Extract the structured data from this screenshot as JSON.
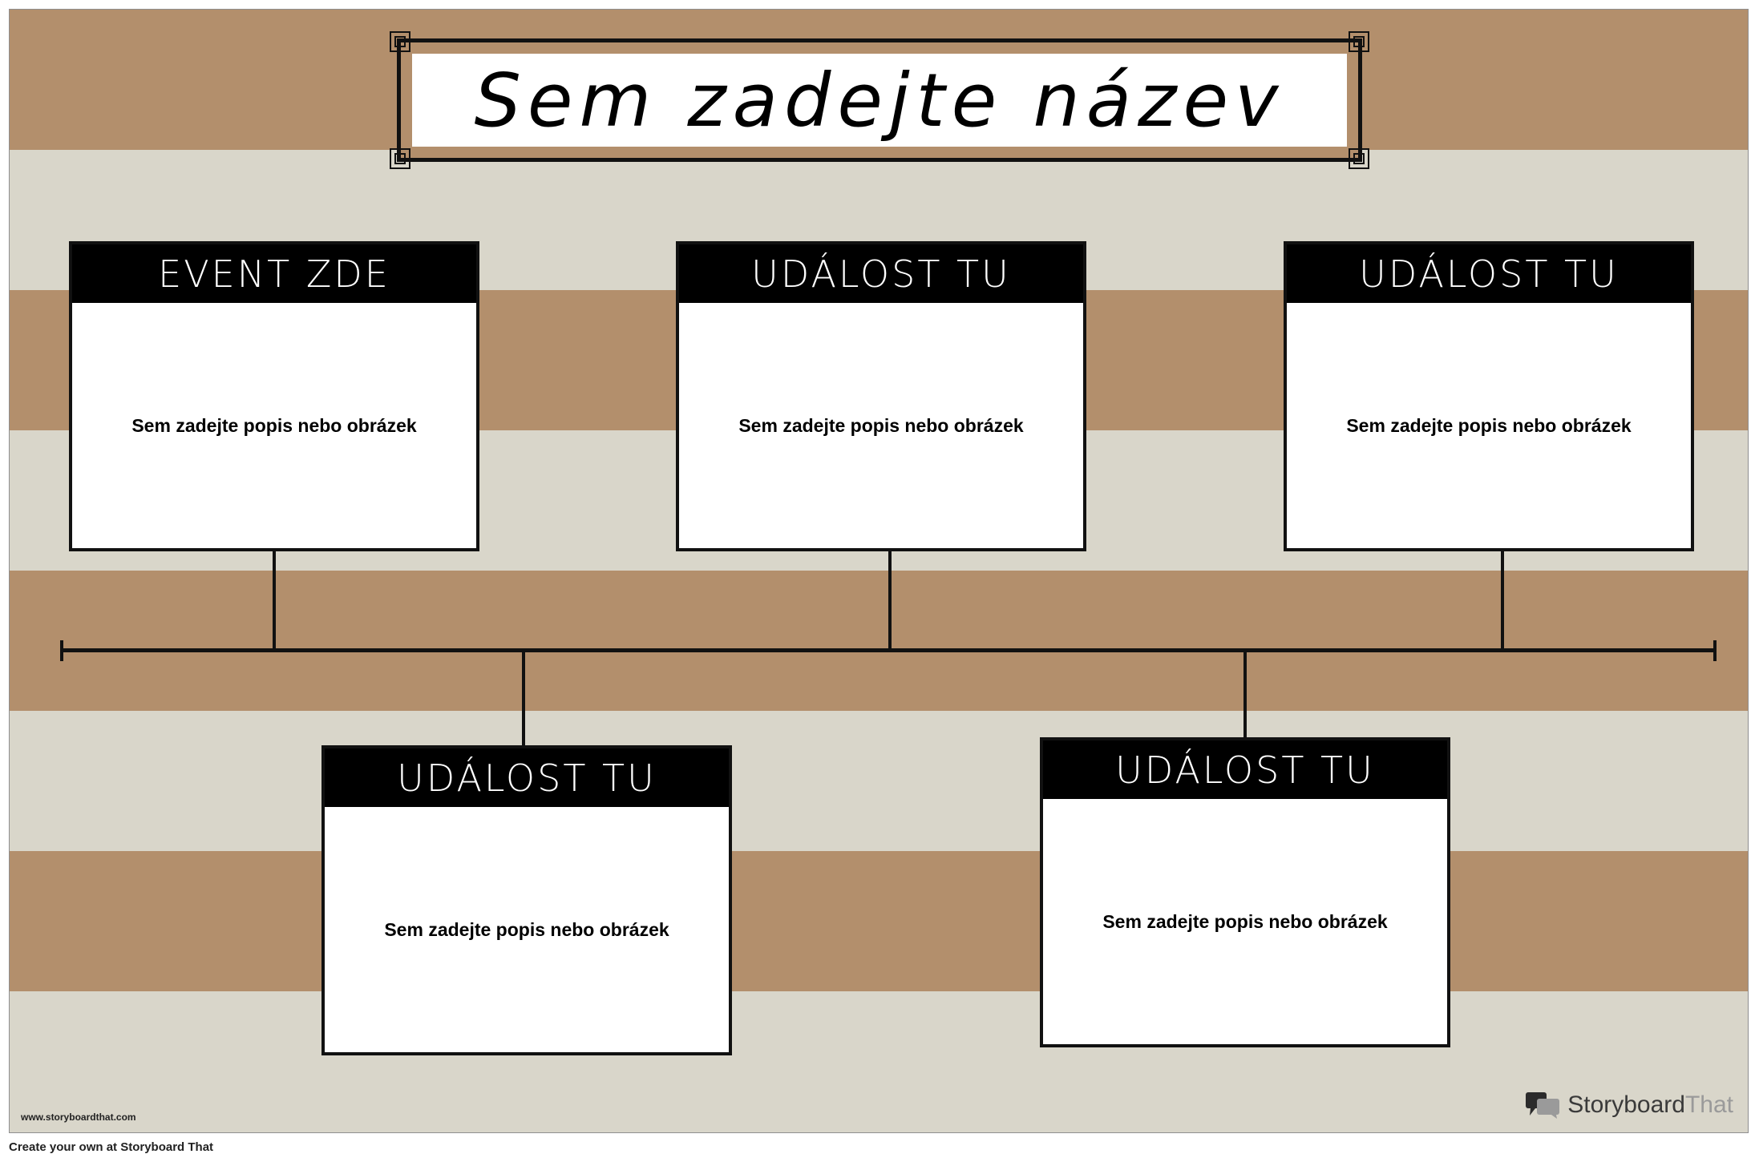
{
  "poster": {
    "title": "Sem zadejte název",
    "site_url": "www.storyboardthat.com",
    "brand": {
      "name_a": "Storyboard",
      "name_b": "That"
    },
    "colors": {
      "stripe": "#b38f6c",
      "background": "#d9d6ca",
      "header": "#000000"
    }
  },
  "events": [
    {
      "heading": "EVENT ZDE",
      "description": "Sem zadejte popis nebo obrázek"
    },
    {
      "heading": "UDÁLOST TU",
      "description": "Sem zadejte popis nebo obrázek"
    },
    {
      "heading": "UDÁLOST TU",
      "description": "Sem zadejte popis nebo obrázek"
    },
    {
      "heading": "UDÁLOST TU",
      "description": "Sem zadejte popis nebo obrázek"
    },
    {
      "heading": "UDÁLOST TU",
      "description": "Sem zadejte popis nebo obrázek"
    }
  ],
  "footer": {
    "create_note": "Create your own at Storyboard That"
  }
}
